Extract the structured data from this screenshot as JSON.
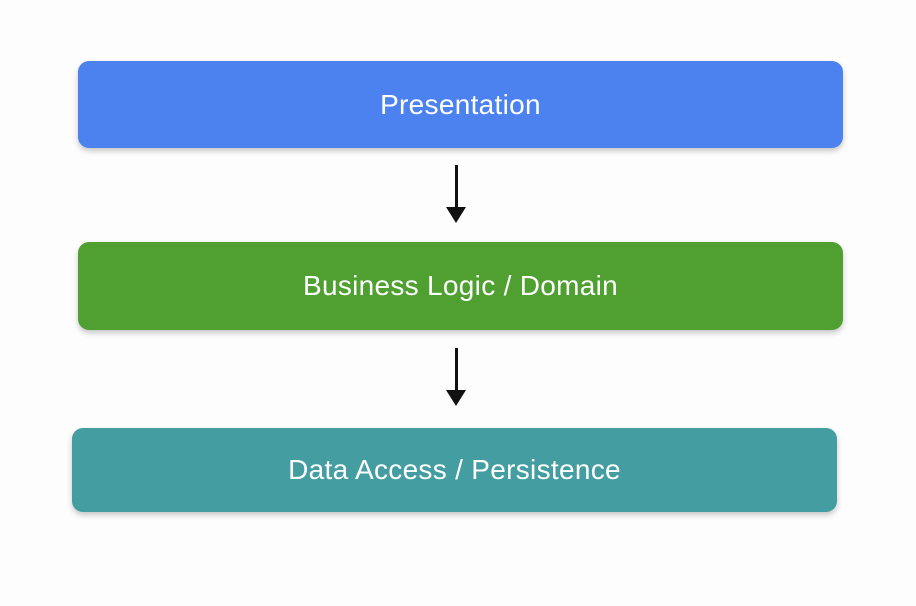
{
  "colors": {
    "background": "#FDFDFD",
    "arrow": "#111111",
    "label_text": "#FFFFFF"
  },
  "layers": [
    {
      "label": "Presentation",
      "color": "#4B82F0"
    },
    {
      "label": "Business Logic / Domain",
      "color": "#4FA030"
    },
    {
      "label": "Data Access / Persistence",
      "color": "#449DA0"
    }
  ]
}
